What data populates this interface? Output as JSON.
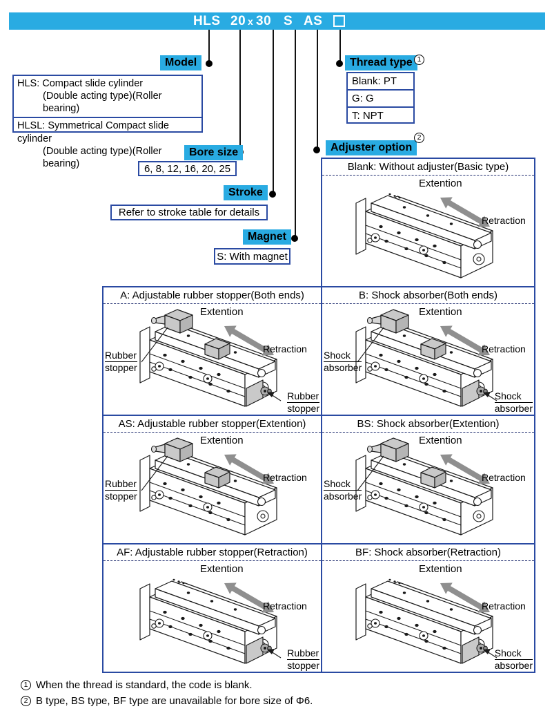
{
  "ordering_code": {
    "model": "HLS",
    "bore": "20",
    "separator": "x",
    "stroke": "30",
    "magnet": "S",
    "adjuster": "AS"
  },
  "callouts": {
    "model": {
      "label": "Model",
      "entries": [
        {
          "code_line": "HLS: Compact slide cylinder",
          "detail_line": "(Double acting type)(Roller bearing)"
        },
        {
          "code_line": "HLSL: Symmetrical Compact slide cylinder",
          "detail_line": "(Double acting type)(Roller bearing)"
        }
      ]
    },
    "thread_type": {
      "label": "Thread type",
      "note_ref": "1",
      "options": [
        "Blank: PT",
        "G: G",
        "T: NPT"
      ]
    },
    "bore_size": {
      "label": "Bore size",
      "options": "6, 8, 12, 16, 20, 25"
    },
    "stroke": {
      "label": "Stroke",
      "options": "Refer to stroke table for details"
    },
    "magnet": {
      "label": "Magnet",
      "options": "S: With magnet"
    },
    "adjuster": {
      "label": "Adjuster option",
      "note_ref": "2"
    }
  },
  "adjuster_cells": [
    {
      "id": "blank",
      "variant": "basic",
      "title": "Blank: Without adjuster(Basic type)",
      "extention": "Extention",
      "retraction": "Retraction"
    },
    {
      "id": "a",
      "variant": "both",
      "title": "A: Adjustable rubber stopper(Both ends)",
      "extention": "Extention",
      "retraction": "Retraction",
      "side_label": [
        "Rubber",
        "stopper"
      ],
      "end_label": [
        "Rubber",
        "stopper"
      ]
    },
    {
      "id": "b",
      "variant": "both",
      "title": "B: Shock absorber(Both ends)",
      "extention": "Extention",
      "retraction": "Retraction",
      "side_label": [
        "Shock",
        "absorber"
      ],
      "end_label": [
        "Shock",
        "absorber"
      ]
    },
    {
      "id": "as",
      "variant": "ext",
      "title": "AS: Adjustable rubber stopper(Extention)",
      "extention": "Extention",
      "retraction": "Retraction",
      "side_label": [
        "Rubber",
        "stopper"
      ]
    },
    {
      "id": "bs",
      "variant": "ext",
      "title": "BS: Shock absorber(Extention)",
      "extention": "Extention",
      "retraction": "Retraction",
      "side_label": [
        "Shock",
        "absorber"
      ]
    },
    {
      "id": "af",
      "variant": "ret",
      "title": "AF: Adjustable rubber stopper(Retraction)",
      "extention": "Extention",
      "retraction": "Retraction",
      "end_label": [
        "Rubber",
        "stopper"
      ]
    },
    {
      "id": "bf",
      "variant": "ret",
      "title": "BF: Shock absorber(Retraction)",
      "extention": "Extention",
      "retraction": "Retraction",
      "end_label": [
        "Shock",
        "absorber"
      ]
    }
  ],
  "notes": [
    {
      "num": "1",
      "text": "When the thread is standard, the code is blank."
    },
    {
      "num": "2",
      "text": "B type, BS type, BF type are unavailable for bore size of Φ6."
    }
  ],
  "colors": {
    "accent_cyan": "#29ABE2",
    "border_blue": "#2A4AA2",
    "arrow_gray": "#8F8F8F"
  }
}
